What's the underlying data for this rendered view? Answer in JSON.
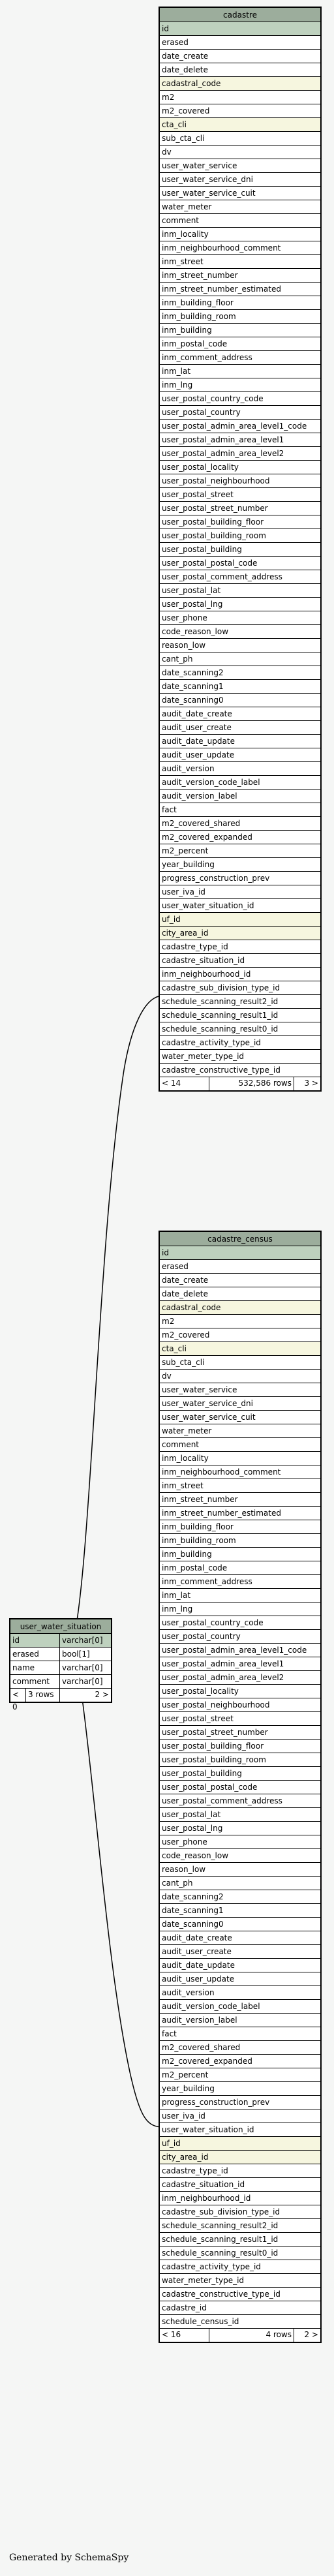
{
  "tables": {
    "cadastre": {
      "name": "cadastre",
      "columns": [
        {
          "name": "id",
          "kind": "pk"
        },
        {
          "name": "erased"
        },
        {
          "name": "date_create"
        },
        {
          "name": "date_delete"
        },
        {
          "name": "cadastral_code",
          "kind": "fk"
        },
        {
          "name": "m2"
        },
        {
          "name": "m2_covered"
        },
        {
          "name": "cta_cli",
          "kind": "fk"
        },
        {
          "name": "sub_cta_cli"
        },
        {
          "name": "dv"
        },
        {
          "name": "user_water_service"
        },
        {
          "name": "user_water_service_dni"
        },
        {
          "name": "user_water_service_cuit"
        },
        {
          "name": "water_meter"
        },
        {
          "name": "comment"
        },
        {
          "name": "inm_locality"
        },
        {
          "name": "inm_neighbourhood_comment"
        },
        {
          "name": "inm_street"
        },
        {
          "name": "inm_street_number"
        },
        {
          "name": "inm_street_number_estimated"
        },
        {
          "name": "inm_building_floor"
        },
        {
          "name": "inm_building_room"
        },
        {
          "name": "inm_building"
        },
        {
          "name": "inm_postal_code"
        },
        {
          "name": "inm_comment_address"
        },
        {
          "name": "inm_lat"
        },
        {
          "name": "inm_lng"
        },
        {
          "name": "user_postal_country_code"
        },
        {
          "name": "user_postal_country"
        },
        {
          "name": "user_postal_admin_area_level1_code"
        },
        {
          "name": "user_postal_admin_area_level1"
        },
        {
          "name": "user_postal_admin_area_level2"
        },
        {
          "name": "user_postal_locality"
        },
        {
          "name": "user_postal_neighbourhood"
        },
        {
          "name": "user_postal_street"
        },
        {
          "name": "user_postal_street_number"
        },
        {
          "name": "user_postal_building_floor"
        },
        {
          "name": "user_postal_building_room"
        },
        {
          "name": "user_postal_building"
        },
        {
          "name": "user_postal_postal_code"
        },
        {
          "name": "user_postal_comment_address"
        },
        {
          "name": "user_postal_lat"
        },
        {
          "name": "user_postal_lng"
        },
        {
          "name": "user_phone"
        },
        {
          "name": "code_reason_low"
        },
        {
          "name": "reason_low"
        },
        {
          "name": "cant_ph"
        },
        {
          "name": "date_scanning2"
        },
        {
          "name": "date_scanning1"
        },
        {
          "name": "date_scanning0"
        },
        {
          "name": "audit_date_create"
        },
        {
          "name": "audit_user_create"
        },
        {
          "name": "audit_date_update"
        },
        {
          "name": "audit_user_update"
        },
        {
          "name": "audit_version"
        },
        {
          "name": "audit_version_code_label"
        },
        {
          "name": "audit_version_label"
        },
        {
          "name": "fact"
        },
        {
          "name": "m2_covered_shared"
        },
        {
          "name": "m2_covered_expanded"
        },
        {
          "name": "m2_percent"
        },
        {
          "name": "year_building"
        },
        {
          "name": "progress_construction_prev"
        },
        {
          "name": "user_iva_id"
        },
        {
          "name": "user_water_situation_id"
        },
        {
          "name": "uf_id",
          "kind": "fk"
        },
        {
          "name": "city_area_id",
          "kind": "fk"
        },
        {
          "name": "cadastre_type_id"
        },
        {
          "name": "cadastre_situation_id"
        },
        {
          "name": "inm_neighbourhood_id"
        },
        {
          "name": "cadastre_sub_division_type_id"
        },
        {
          "name": "schedule_scanning_result2_id"
        },
        {
          "name": "schedule_scanning_result1_id"
        },
        {
          "name": "schedule_scanning_result0_id"
        },
        {
          "name": "cadastre_activity_type_id"
        },
        {
          "name": "water_meter_type_id"
        },
        {
          "name": "cadastre_constructive_type_id"
        }
      ],
      "footer": [
        "< 14",
        "532,586 rows",
        "3 >"
      ]
    },
    "cadastre_census": {
      "name": "cadastre_census",
      "columns": [
        {
          "name": "id",
          "kind": "pk"
        },
        {
          "name": "erased"
        },
        {
          "name": "date_create"
        },
        {
          "name": "date_delete"
        },
        {
          "name": "cadastral_code",
          "kind": "fk"
        },
        {
          "name": "m2"
        },
        {
          "name": "m2_covered"
        },
        {
          "name": "cta_cli",
          "kind": "fk"
        },
        {
          "name": "sub_cta_cli"
        },
        {
          "name": "dv"
        },
        {
          "name": "user_water_service"
        },
        {
          "name": "user_water_service_dni"
        },
        {
          "name": "user_water_service_cuit"
        },
        {
          "name": "water_meter"
        },
        {
          "name": "comment"
        },
        {
          "name": "inm_locality"
        },
        {
          "name": "inm_neighbourhood_comment"
        },
        {
          "name": "inm_street"
        },
        {
          "name": "inm_street_number"
        },
        {
          "name": "inm_street_number_estimated"
        },
        {
          "name": "inm_building_floor"
        },
        {
          "name": "inm_building_room"
        },
        {
          "name": "inm_building"
        },
        {
          "name": "inm_postal_code"
        },
        {
          "name": "inm_comment_address"
        },
        {
          "name": "inm_lat"
        },
        {
          "name": "inm_lng"
        },
        {
          "name": "user_postal_country_code"
        },
        {
          "name": "user_postal_country"
        },
        {
          "name": "user_postal_admin_area_level1_code"
        },
        {
          "name": "user_postal_admin_area_level1"
        },
        {
          "name": "user_postal_admin_area_level2"
        },
        {
          "name": "user_postal_locality"
        },
        {
          "name": "user_postal_neighbourhood"
        },
        {
          "name": "user_postal_street"
        },
        {
          "name": "user_postal_street_number"
        },
        {
          "name": "user_postal_building_floor"
        },
        {
          "name": "user_postal_building_room"
        },
        {
          "name": "user_postal_building"
        },
        {
          "name": "user_postal_postal_code"
        },
        {
          "name": "user_postal_comment_address"
        },
        {
          "name": "user_postal_lat"
        },
        {
          "name": "user_postal_lng"
        },
        {
          "name": "user_phone"
        },
        {
          "name": "code_reason_low"
        },
        {
          "name": "reason_low"
        },
        {
          "name": "cant_ph"
        },
        {
          "name": "date_scanning2"
        },
        {
          "name": "date_scanning1"
        },
        {
          "name": "date_scanning0"
        },
        {
          "name": "audit_date_create"
        },
        {
          "name": "audit_user_create"
        },
        {
          "name": "audit_date_update"
        },
        {
          "name": "audit_user_update"
        },
        {
          "name": "audit_version"
        },
        {
          "name": "audit_version_code_label"
        },
        {
          "name": "audit_version_label"
        },
        {
          "name": "fact"
        },
        {
          "name": "m2_covered_shared"
        },
        {
          "name": "m2_covered_expanded"
        },
        {
          "name": "m2_percent"
        },
        {
          "name": "year_building"
        },
        {
          "name": "progress_construction_prev"
        },
        {
          "name": "user_iva_id"
        },
        {
          "name": "user_water_situation_id"
        },
        {
          "name": "uf_id",
          "kind": "fk"
        },
        {
          "name": "city_area_id",
          "kind": "fk"
        },
        {
          "name": "cadastre_type_id"
        },
        {
          "name": "cadastre_situation_id"
        },
        {
          "name": "inm_neighbourhood_id"
        },
        {
          "name": "cadastre_sub_division_type_id"
        },
        {
          "name": "schedule_scanning_result2_id"
        },
        {
          "name": "schedule_scanning_result1_id"
        },
        {
          "name": "schedule_scanning_result0_id"
        },
        {
          "name": "cadastre_activity_type_id"
        },
        {
          "name": "water_meter_type_id"
        },
        {
          "name": "cadastre_constructive_type_id"
        },
        {
          "name": "cadastre_id"
        },
        {
          "name": "schedule_census_id"
        }
      ],
      "footer": [
        "< 16",
        "4 rows",
        "2 >"
      ]
    },
    "user_water_situation": {
      "name": "user_water_situation",
      "columns": [
        {
          "name": "id",
          "type": "varchar[0]",
          "kind": "pk"
        },
        {
          "name": "erased",
          "type": "bool[1]"
        },
        {
          "name": "name",
          "type": "varchar[0]"
        },
        {
          "name": "comment",
          "type": "varchar[0]"
        }
      ],
      "footer": [
        "< 0",
        "3 rows",
        "2 >"
      ]
    }
  },
  "footer_text": "Generated by SchemaSpy"
}
